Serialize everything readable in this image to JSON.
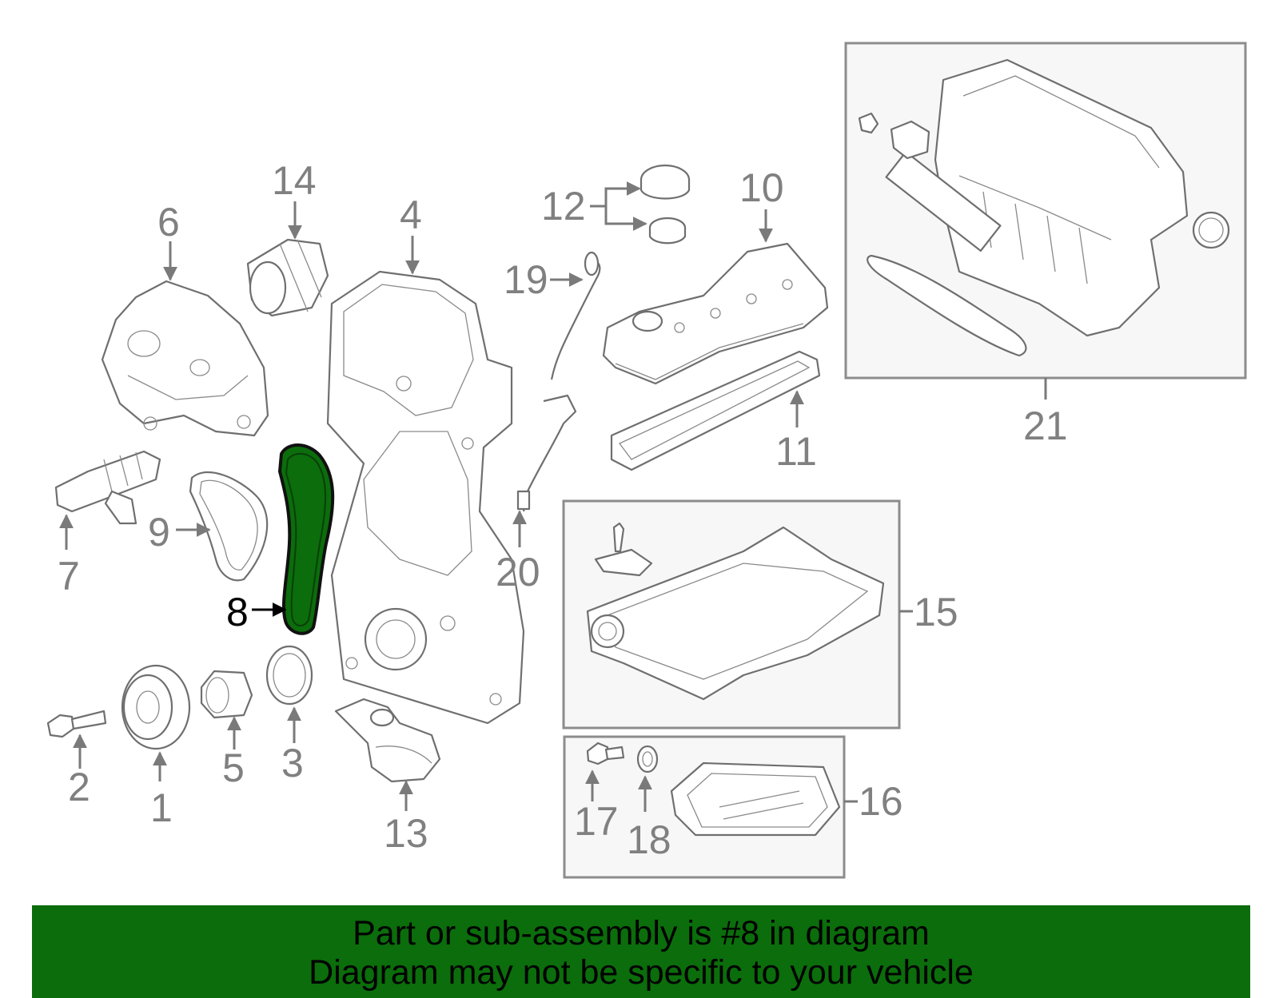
{
  "highlight_color": "#0b6d0b",
  "callouts": {
    "c1": "1",
    "c2": "2",
    "c3": "3",
    "c4": "4",
    "c5": "5",
    "c6": "6",
    "c7": "7",
    "c8": "8",
    "c9": "9",
    "c10": "10",
    "c11": "11",
    "c12": "12",
    "c13": "13",
    "c14": "14",
    "c15": "15",
    "c16": "16",
    "c17": "17",
    "c18": "18",
    "c19": "19",
    "c20": "20",
    "c21": "21"
  },
  "banner": {
    "line1": "Part or sub-assembly is #8 in diagram",
    "line2": "Diagram may not be specific to your vehicle"
  }
}
